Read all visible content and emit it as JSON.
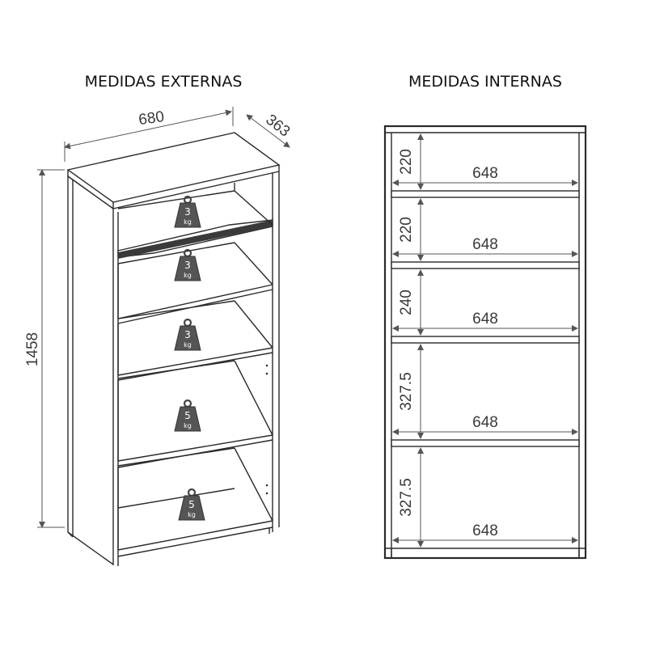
{
  "titles": {
    "external": "MEDIDAS EXTERNAS",
    "internal": "MEDIDAS INTERNAS"
  },
  "external": {
    "width": "680",
    "depth": "363",
    "height": "1458"
  },
  "weights": [
    {
      "value": "3",
      "unit": "kg"
    },
    {
      "value": "3",
      "unit": "kg"
    },
    {
      "value": "3",
      "unit": "kg"
    },
    {
      "value": "5",
      "unit": "kg"
    },
    {
      "value": "5",
      "unit": "kg"
    }
  ],
  "compartments": [
    {
      "height": "220",
      "width": "648"
    },
    {
      "height": "220",
      "width": "648"
    },
    {
      "height": "240",
      "width": "648"
    },
    {
      "height": "327.5",
      "width": "648"
    },
    {
      "height": "327.5",
      "width": "648"
    }
  ],
  "colors": {
    "line": "#2a2a2a",
    "weight_fill": "#555555",
    "text": "#111111"
  }
}
